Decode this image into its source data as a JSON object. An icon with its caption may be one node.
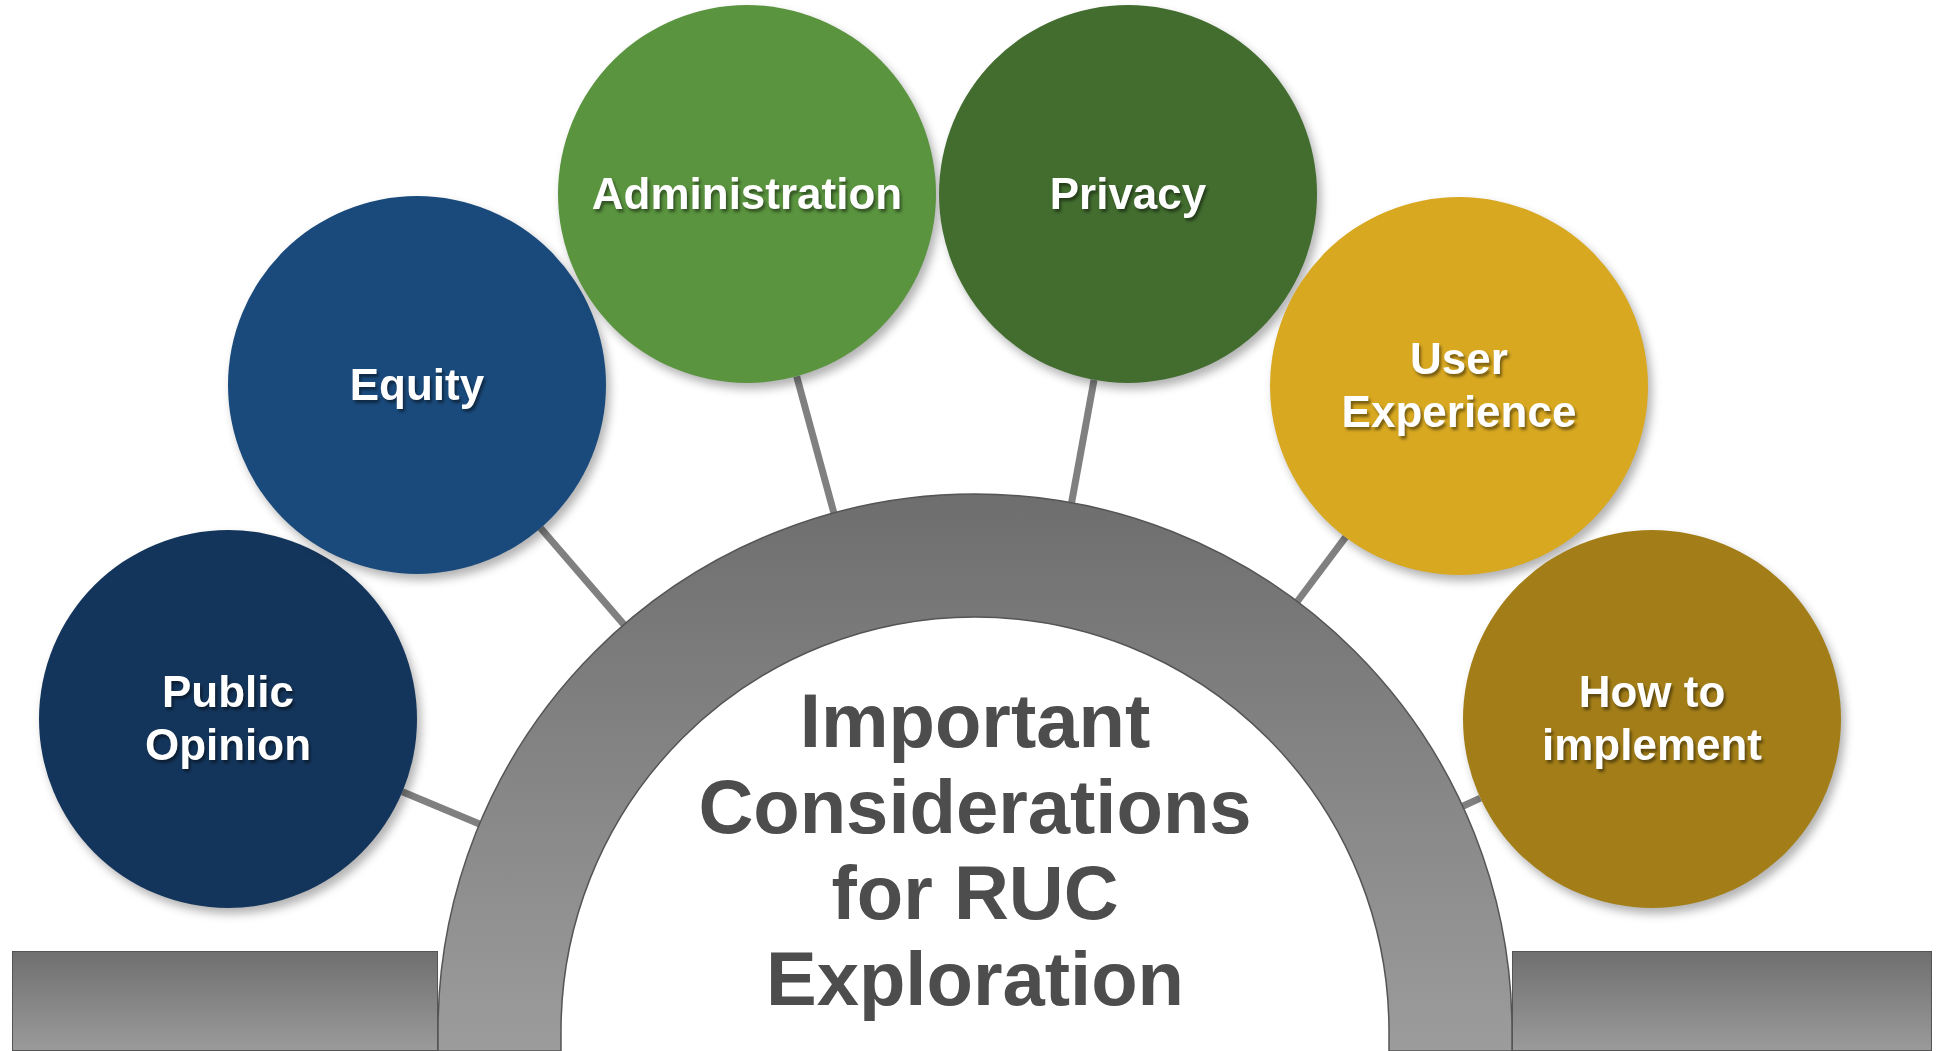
{
  "diagram": {
    "nodes": [
      {
        "text": [
          "Important Considerations for RUC Exploration"
        ]
      },
      {
        "text": [
          "Public Opinion"
        ]
      },
      {
        "text": [
          "Equity"
        ]
      },
      {
        "text": [
          "Administration"
        ]
      },
      {
        "text": [
          "Privacy"
        ]
      },
      {
        "text": [
          "User Experience"
        ]
      },
      {
        "text": [
          "How to implement"
        ]
      },
      {
        "text": [],
        "shape": "bar"
      },
      {
        "text": [],
        "shape": "bar"
      }
    ],
    "edges": [
      {
        "from": 1,
        "to": 0,
        "arrow": "none"
      },
      {
        "from": 2,
        "to": 0,
        "arrow": "none"
      },
      {
        "from": 3,
        "to": 0,
        "arrow": "none"
      },
      {
        "from": 4,
        "to": 0,
        "arrow": "none"
      },
      {
        "from": 5,
        "to": 0,
        "arrow": "none"
      },
      {
        "from": 6,
        "to": 0,
        "arrow": "none"
      }
    ]
  }
}
